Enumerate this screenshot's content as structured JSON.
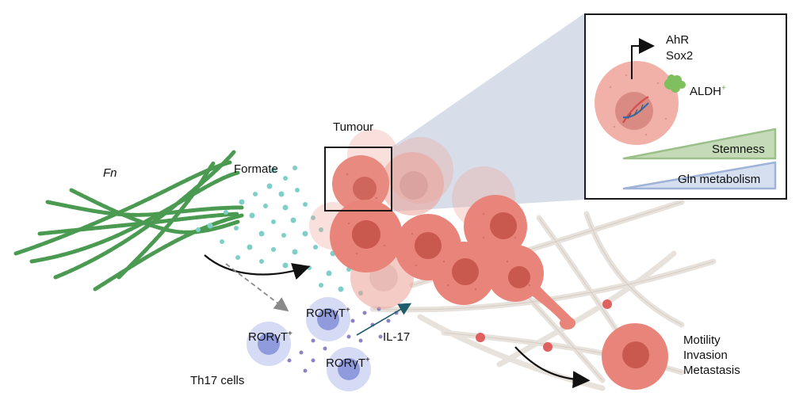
{
  "labels": {
    "bacteria": "Fn",
    "metabolite": "Formate",
    "tumour": "Tumour",
    "cytokine": "IL-17",
    "th17": "Th17 cells",
    "rorgt": "RORγT",
    "rorgt_sup": "+",
    "aldh": "ALDH",
    "aldh_sup": "+",
    "gene1": "AhR",
    "gene2": "Sox2",
    "stemness": "Stemness",
    "gln": "Gln metabolism",
    "outcomes": [
      "Motility",
      "Invasion",
      "Metastasis"
    ]
  },
  "colors": {
    "bacteria": "#3f9a4a",
    "formate": "#7fcfc8",
    "tumour_cell": "#e8847a",
    "tumour_nucleus": "#c9584e",
    "t_cell": "#a9b3e6",
    "t_nucleus": "#7e8ed6",
    "stemness_bar": "#9cc08a",
    "gln_bar": "#9fb3d9",
    "zoom_cone": "#c8d0e0"
  }
}
